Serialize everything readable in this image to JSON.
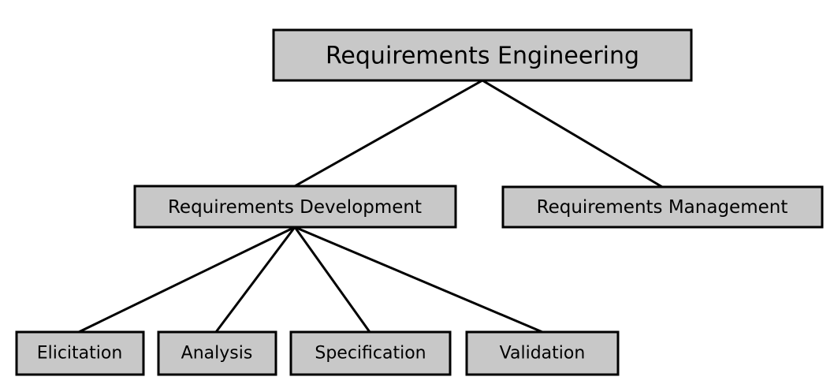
{
  "colors": {
    "node_fill": "#c8c8c8",
    "border": "#000000",
    "text": "#000000",
    "background": "#ffffff"
  },
  "diagram": {
    "root": {
      "label": "Requirements Engineering"
    },
    "branches": [
      {
        "label": "Requirements Development",
        "children": [
          {
            "label": "Elicitation"
          },
          {
            "label": "Analysis"
          },
          {
            "label": "Specification"
          },
          {
            "label": "Validation"
          }
        ]
      },
      {
        "label": "Requirements Management",
        "children": []
      }
    ]
  }
}
